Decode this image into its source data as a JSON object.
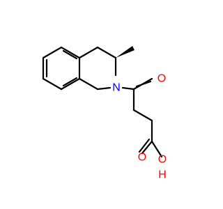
{
  "molecule": {
    "atoms": {
      "nitrogen": {
        "symbol": "N",
        "color": "#0000ff"
      },
      "ketone_oxygen": {
        "symbol": "O",
        "color": "#ff0000"
      },
      "hydroxyl_oxygen": {
        "symbol": "O",
        "color": "#ff0000"
      },
      "hydroxyl_hydrogen": {
        "symbol": "H",
        "color": "#ff0000"
      }
    },
    "bond_color": "#000000",
    "background": "#ffffff"
  }
}
